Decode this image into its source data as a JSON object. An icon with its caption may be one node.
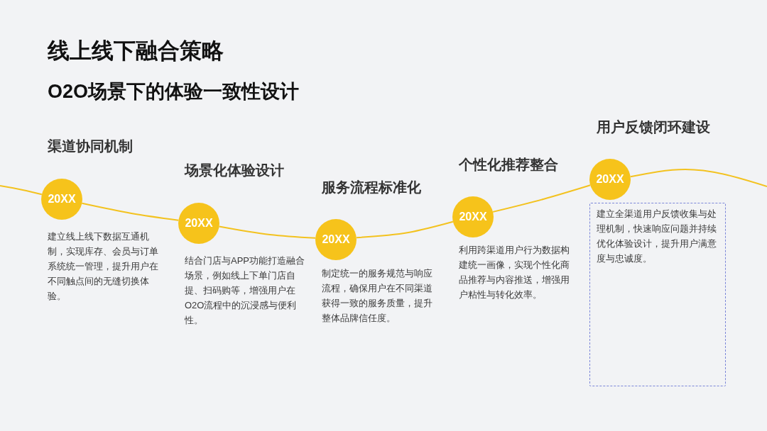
{
  "diagram": {
    "title": "线上线下融合策略",
    "nodes": [
      {
        "text": [
          "20XX"
        ],
        "beside": [
          "渠道协同机制",
          "建立线上线下数据互通机制，实现库存、会员与订单系统统一管理，提升用户在不同触点间的无缝切换体验。"
        ]
      },
      {
        "text": [
          "20XX"
        ],
        "beside": [
          "场景化体验设计",
          "结合门店与APP功能打造融合场景，例如线上下单门店自提、扫码购等，增强用户在O2O流程中的沉浸感与便利性。"
        ]
      },
      {
        "text": [
          "20XX"
        ],
        "beside": [
          "服务流程标准化",
          "制定统一的服务规范与响应流程，确保用户在不同渠道获得一致的服务质量，提升整体品牌信任度。"
        ]
      },
      {
        "text": [
          "20XX"
        ],
        "beside": [
          "个性化推荐整合",
          "利用跨渠道用户行为数据构建统一画像，实现个性化商品推荐与内容推送，增强用户粘性与转化效率。"
        ]
      },
      {
        "text": [
          "20XX"
        ],
        "beside": [
          "用户反馈闭环建设"
        ]
      },
      {
        "text": [
          "建立全渠道用户反馈收集与处理机制，快速响应问题并持续优化体验设计，提升用户满意度与忠诚度。"
        ]
      }
    ],
    "edges": [
      {
        "from": null,
        "to": 0,
        "arrow": "none"
      },
      {
        "from": 0,
        "to": 1,
        "arrow": "none"
      },
      {
        "from": 1,
        "to": 2,
        "arrow": "none"
      },
      {
        "from": 2,
        "to": 3,
        "arrow": "none"
      },
      {
        "from": 3,
        "to": 4,
        "arrow": "none"
      },
      {
        "from": 4,
        "to": null,
        "arrow": "none"
      }
    ],
    "labels": [
      "O2O场景下的体验一致性设计"
    ]
  }
}
